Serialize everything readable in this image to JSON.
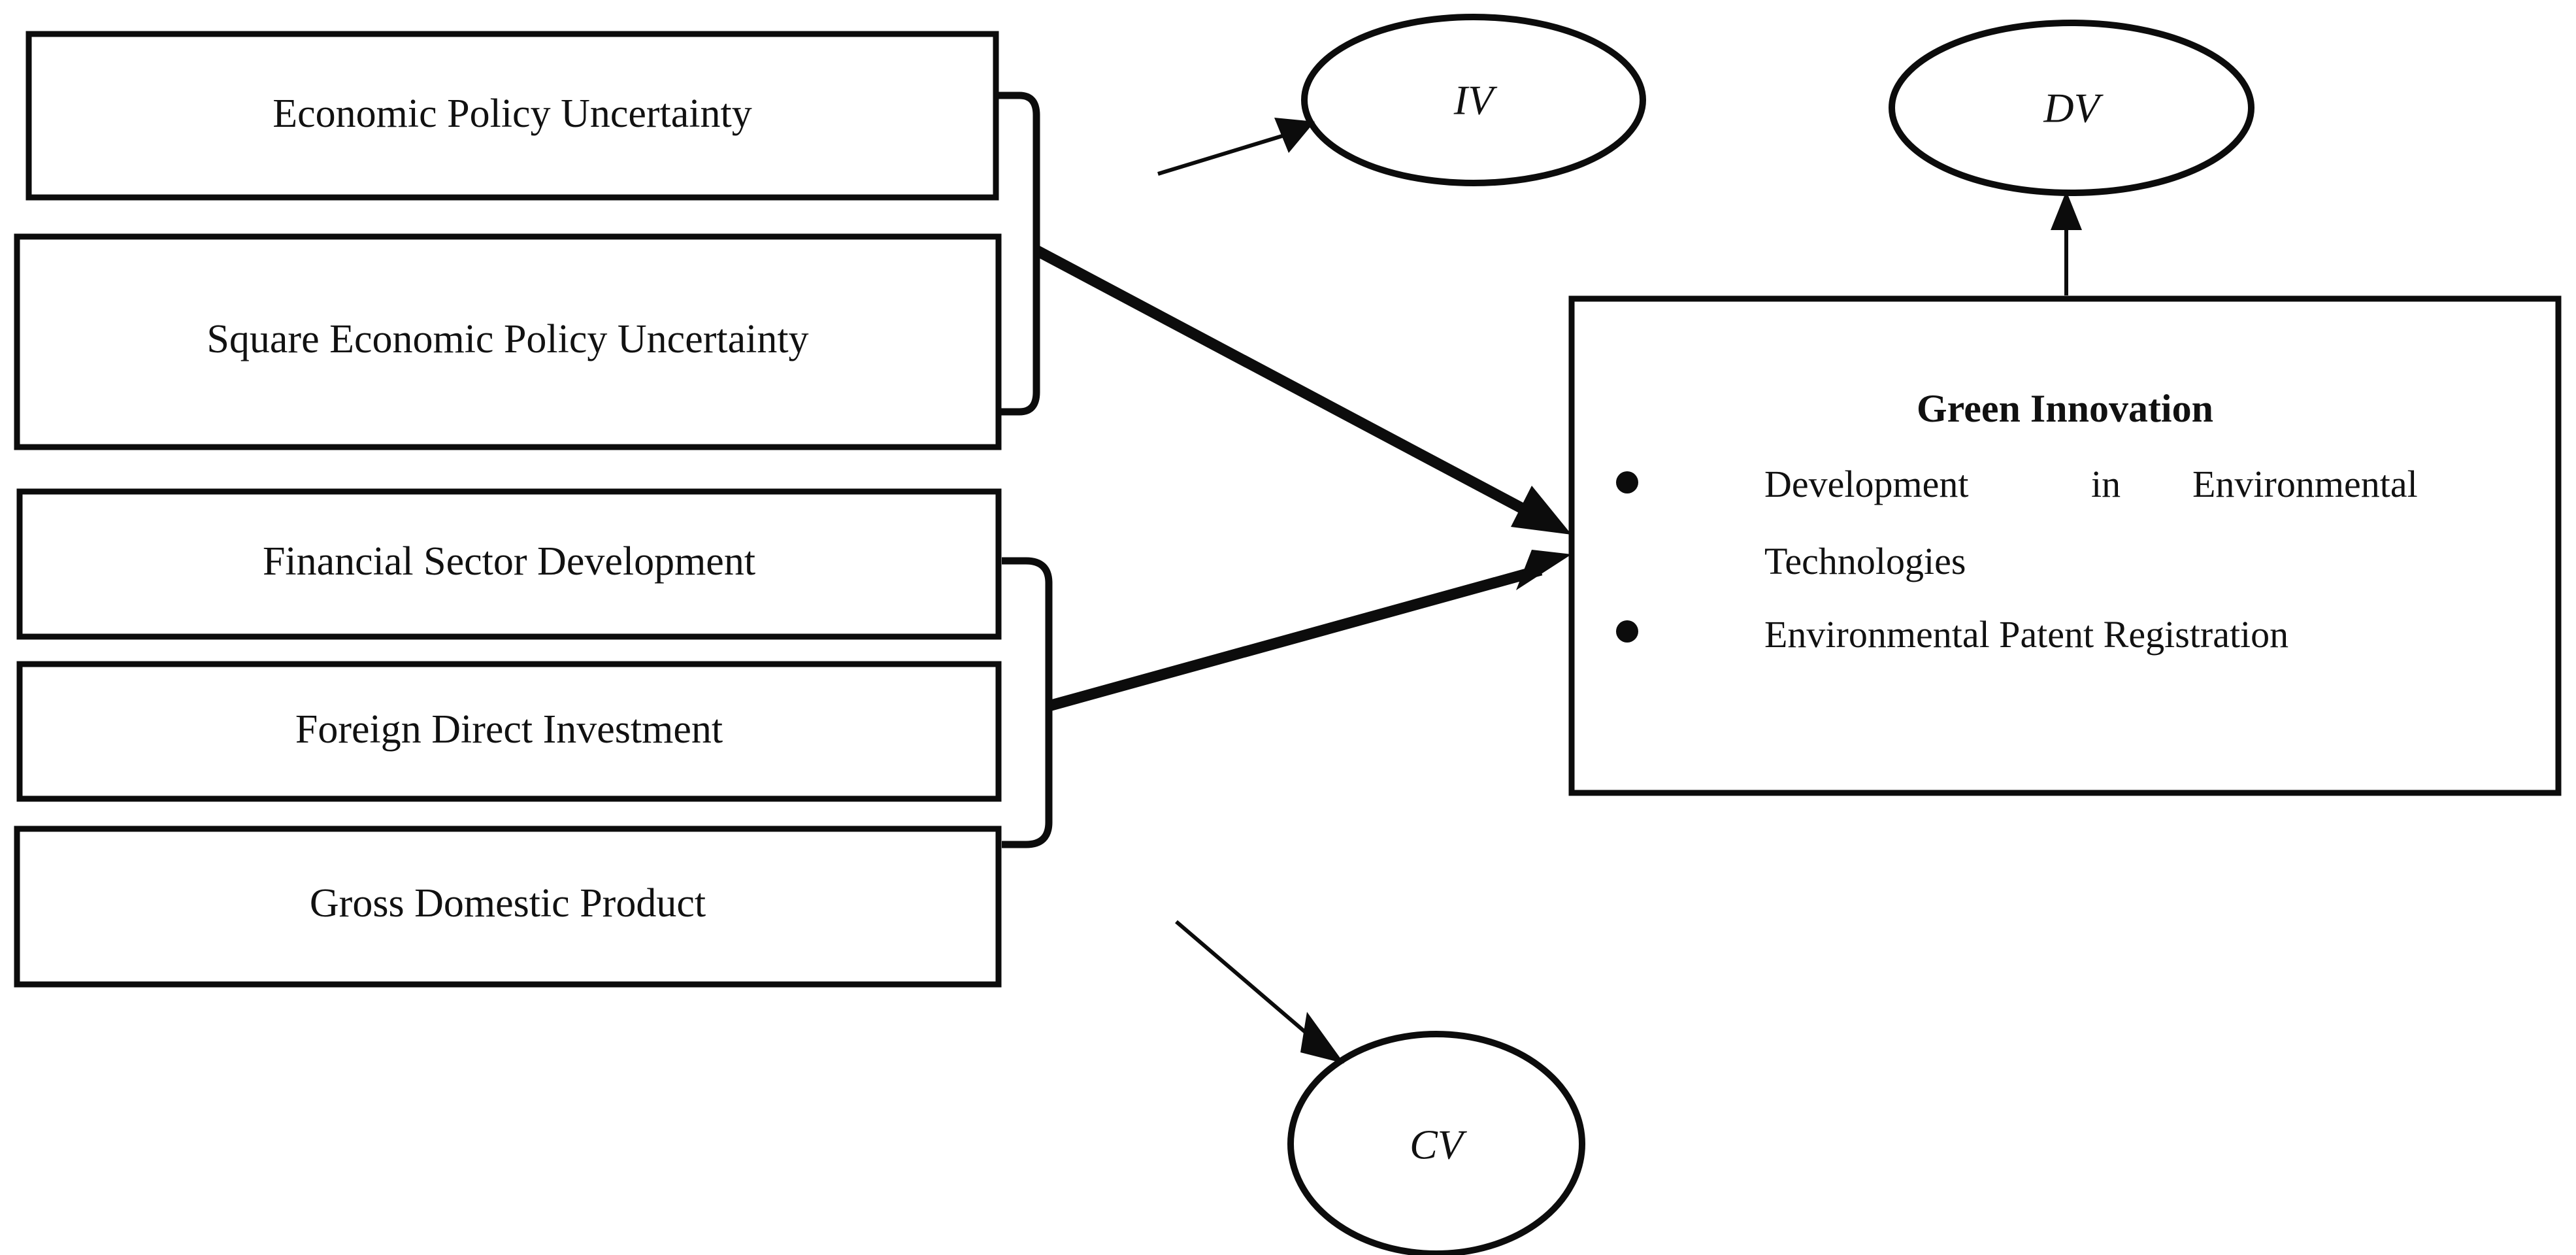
{
  "diagram": {
    "type": "conceptual-framework",
    "background_color": "#ffffff",
    "line_color": "#0c0c0c",
    "predictor_boxes": [
      {
        "id": "epu",
        "label": "Economic Policy Uncertainty"
      },
      {
        "id": "sepu",
        "label": "Square Economic Policy Uncertainty"
      },
      {
        "id": "fsd",
        "label": "Financial Sector Development"
      },
      {
        "id": "fdi",
        "label": "Foreign Direct Investment"
      },
      {
        "id": "gdp",
        "label": "Gross Domestic Product"
      }
    ],
    "outcome_box": {
      "id": "green-innovation",
      "title": "Green Innovation",
      "bullets": [
        "Development in Environmental Technologies",
        "Environmental Patent Registration"
      ],
      "bullet_lines": [
        [
          "Development",
          "in",
          "Environmental"
        ],
        [
          "Technologies"
        ],
        [
          "Environmental Patent Registration"
        ]
      ]
    },
    "legend_ellipses": [
      {
        "id": "iv",
        "label": "IV",
        "meaning_position": "top-center-left"
      },
      {
        "id": "dv",
        "label": "DV",
        "meaning_position": "top-right"
      },
      {
        "id": "cv",
        "label": "CV",
        "meaning_position": "bottom-center"
      }
    ],
    "connectors": [
      {
        "id": "iv-pointer",
        "from": "iv-label-line",
        "to": "iv",
        "style": "thin"
      },
      {
        "id": "cv-pointer",
        "from": "cv-label-line",
        "to": "cv",
        "style": "thin"
      },
      {
        "id": "dv-pointer",
        "from": "green-innovation",
        "to": "dv",
        "style": "thin"
      },
      {
        "id": "bracket-top-to-outcome",
        "from": "bracket-epu-group",
        "to": "green-innovation",
        "style": "thick"
      },
      {
        "id": "bracket-bottom-to-outcome",
        "from": "bracket-control-group",
        "to": "green-innovation",
        "style": "thick"
      }
    ],
    "brackets": [
      {
        "id": "bracket-epu-group",
        "groups": [
          "epu",
          "sepu"
        ]
      },
      {
        "id": "bracket-control-group",
        "groups": [
          "fsd",
          "fdi",
          "gdp"
        ]
      }
    ]
  }
}
